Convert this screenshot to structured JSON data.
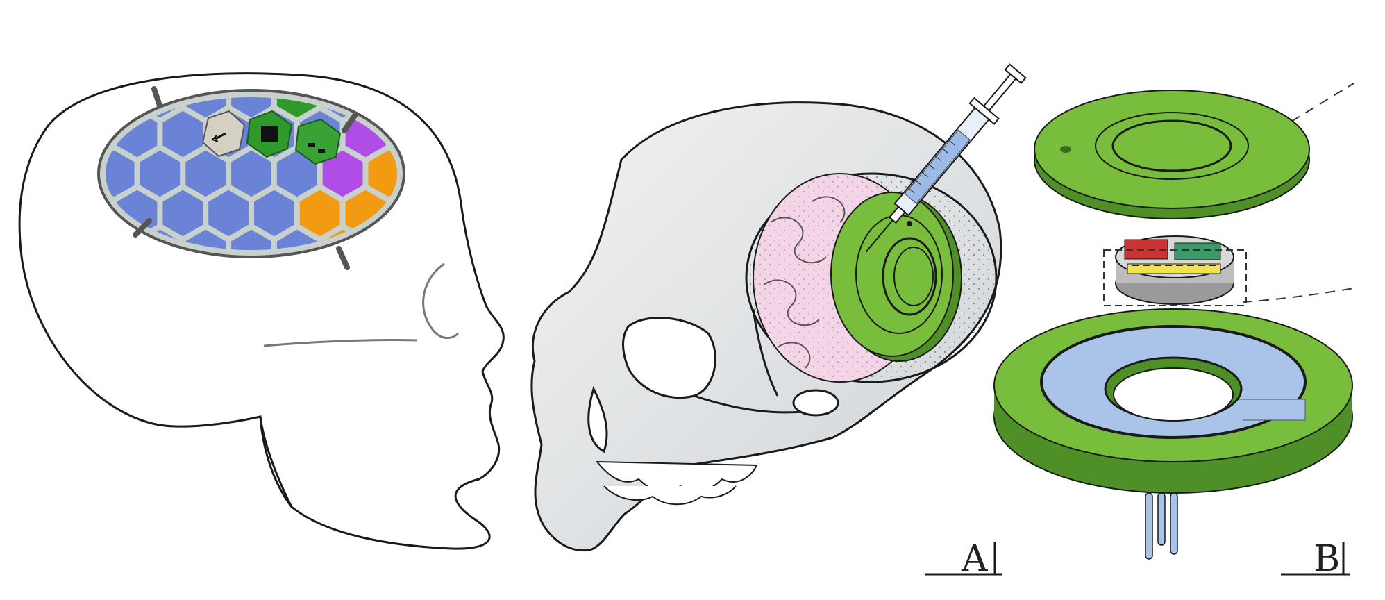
{
  "panels": [
    {
      "id": "A",
      "label": "A"
    },
    {
      "id": "B",
      "label": "B"
    }
  ],
  "colors": {
    "implant_green": "#79bd3d",
    "implant_green_dark": "#4f8f27",
    "hex_blue": "#6a83d6",
    "hex_orange": "#f29b12",
    "hex_purple": "#b04de6",
    "skull_gray": "#e4e6e8",
    "brain_pink": "#f4d5e8",
    "channel_blue": "#a9c4e8",
    "pcb_green": "#2f9a2c",
    "chip_red": "#cc3333",
    "chip_green": "#3a9a6a",
    "chip_yellow": "#f4e24a",
    "outline": "#1a1a1a"
  },
  "icons": [
    "head-outline-icon",
    "skull-icon",
    "syringe-icon",
    "implant-disc-icon",
    "hexagon-array-icon"
  ]
}
